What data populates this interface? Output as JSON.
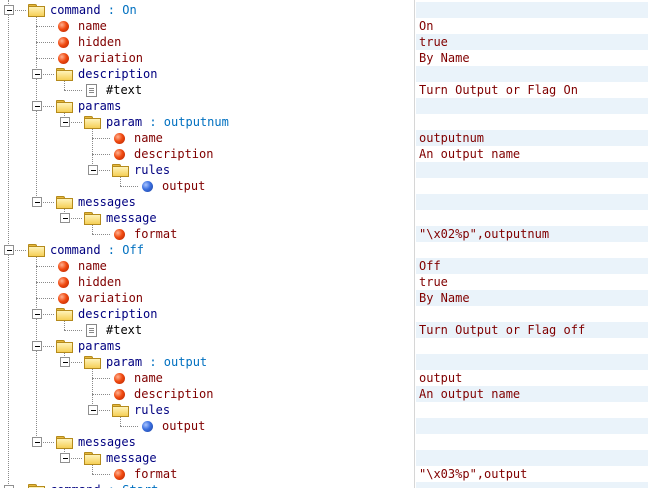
{
  "nodes": [
    {
      "name": "command",
      "suffix": " : On",
      "type": "folder",
      "depth": 0,
      "expanded": true,
      "value": ""
    },
    {
      "name": "name",
      "suffix": "",
      "type": "attr",
      "depth": 1,
      "expanded": false,
      "value": "On"
    },
    {
      "name": "hidden",
      "suffix": "",
      "type": "attr",
      "depth": 1,
      "expanded": false,
      "value": "true"
    },
    {
      "name": "variation",
      "suffix": "",
      "type": "attr",
      "depth": 1,
      "expanded": false,
      "value": "By Name"
    },
    {
      "name": "description",
      "suffix": "",
      "type": "folder",
      "depth": 1,
      "expanded": true,
      "value": ""
    },
    {
      "name": "#text",
      "suffix": "",
      "type": "text",
      "depth": 2,
      "expanded": false,
      "value": "Turn Output or Flag On"
    },
    {
      "name": "params",
      "suffix": "",
      "type": "folder",
      "depth": 1,
      "expanded": true,
      "value": ""
    },
    {
      "name": "param",
      "suffix": " : outputnum",
      "type": "folder",
      "depth": 2,
      "expanded": true,
      "value": ""
    },
    {
      "name": "name",
      "suffix": "",
      "type": "attr",
      "depth": 3,
      "expanded": false,
      "value": "outputnum"
    },
    {
      "name": "description",
      "suffix": "",
      "type": "attr",
      "depth": 3,
      "expanded": false,
      "value": "An output name"
    },
    {
      "name": "rules",
      "suffix": "",
      "type": "folder",
      "depth": 3,
      "expanded": true,
      "value": ""
    },
    {
      "name": "output",
      "suffix": "",
      "type": "leaf",
      "depth": 4,
      "expanded": false,
      "value": ""
    },
    {
      "name": "messages",
      "suffix": "",
      "type": "folder",
      "depth": 1,
      "expanded": true,
      "value": ""
    },
    {
      "name": "message",
      "suffix": "",
      "type": "folder",
      "depth": 2,
      "expanded": true,
      "value": ""
    },
    {
      "name": "format",
      "suffix": "",
      "type": "attr",
      "depth": 3,
      "expanded": false,
      "value": "\"\\x02%p\",outputnum"
    },
    {
      "name": "command",
      "suffix": " : Off",
      "type": "folder",
      "depth": 0,
      "expanded": true,
      "value": ""
    },
    {
      "name": "name",
      "suffix": "",
      "type": "attr",
      "depth": 1,
      "expanded": false,
      "value": "Off"
    },
    {
      "name": "hidden",
      "suffix": "",
      "type": "attr",
      "depth": 1,
      "expanded": false,
      "value": "true"
    },
    {
      "name": "variation",
      "suffix": "",
      "type": "attr",
      "depth": 1,
      "expanded": false,
      "value": "By Name"
    },
    {
      "name": "description",
      "suffix": "",
      "type": "folder",
      "depth": 1,
      "expanded": true,
      "value": ""
    },
    {
      "name": "#text",
      "suffix": "",
      "type": "text",
      "depth": 2,
      "expanded": false,
      "value": "Turn Output or Flag off"
    },
    {
      "name": "params",
      "suffix": "",
      "type": "folder",
      "depth": 1,
      "expanded": true,
      "value": ""
    },
    {
      "name": "param",
      "suffix": " : output",
      "type": "folder",
      "depth": 2,
      "expanded": true,
      "value": ""
    },
    {
      "name": "name",
      "suffix": "",
      "type": "attr",
      "depth": 3,
      "expanded": false,
      "value": "output"
    },
    {
      "name": "description",
      "suffix": "",
      "type": "attr",
      "depth": 3,
      "expanded": false,
      "value": "An output name"
    },
    {
      "name": "rules",
      "suffix": "",
      "type": "folder",
      "depth": 3,
      "expanded": true,
      "value": ""
    },
    {
      "name": "output",
      "suffix": "",
      "type": "leaf",
      "depth": 4,
      "expanded": false,
      "value": ""
    },
    {
      "name": "messages",
      "suffix": "",
      "type": "folder",
      "depth": 1,
      "expanded": true,
      "value": ""
    },
    {
      "name": "message",
      "suffix": "",
      "type": "folder",
      "depth": 2,
      "expanded": true,
      "value": ""
    },
    {
      "name": "format",
      "suffix": "",
      "type": "attr",
      "depth": 3,
      "expanded": false,
      "value": "\"\\x03%p\",output"
    },
    {
      "name": "command",
      "suffix": " : Start",
      "type": "folder",
      "depth": 0,
      "expanded": true,
      "value": ""
    }
  ]
}
